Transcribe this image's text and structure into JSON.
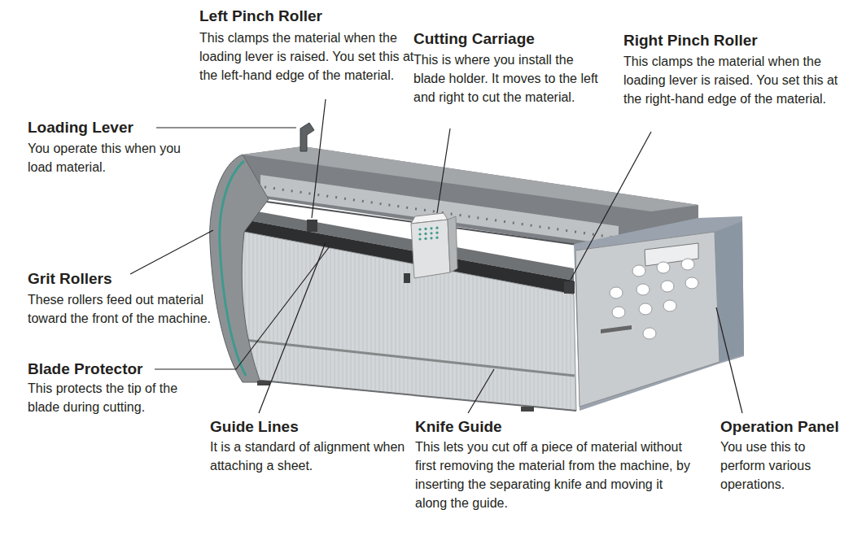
{
  "diagram": {
    "labels": [
      "Left Pinch Roller",
      "This clamps the material when the loading lever is raised. You set this at the left-hand edge of the material.",
      "Cutting Carriage",
      "This is where you install the blade holder. It moves to the left and right to cut the material.",
      "Right Pinch Roller",
      "This clamps the material when the loading lever is raised. You set this at the right-hand edge of the material.",
      "Loading Lever",
      "You operate this when you load material.",
      "Grit Rollers",
      "These rollers feed out material toward the front of the machine.",
      "Blade Protector",
      "This protects the tip of the blade during cutting.",
      "Guide Lines",
      "It is a standard of alignment when attaching a sheet.",
      "Knife Guide",
      "This lets you cut off a piece of material without first removing the material from the machine, by inserting the separating knife and moving it along the guide.",
      "Operation Panel",
      "You use this to perform various operations."
    ]
  }
}
